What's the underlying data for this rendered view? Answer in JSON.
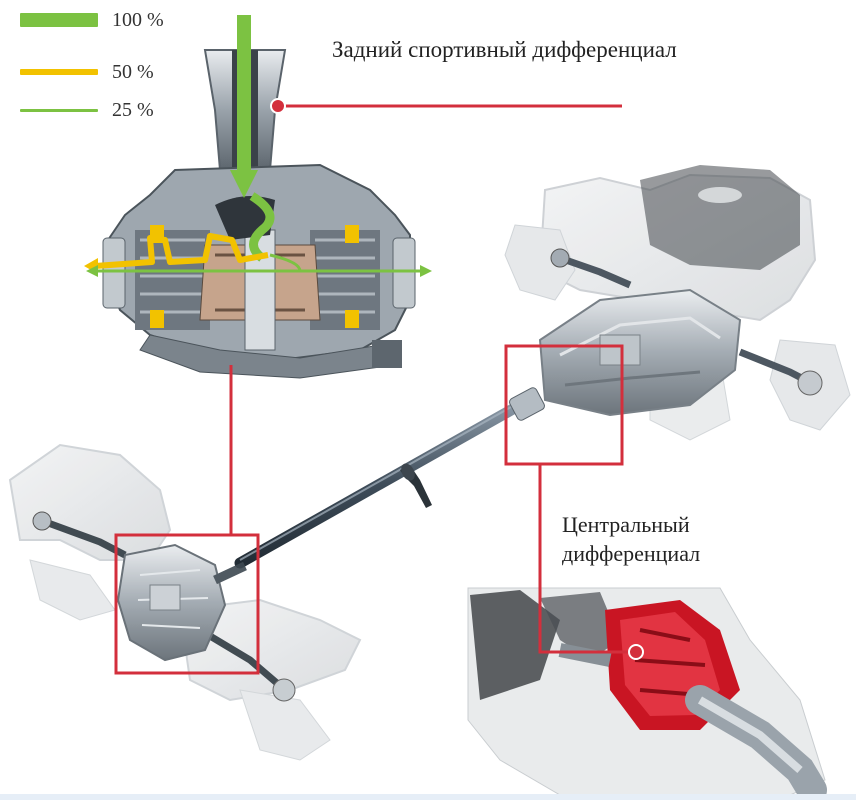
{
  "legend": {
    "items": [
      {
        "label": "100 %",
        "color": "#7cc242",
        "thickness": 14
      },
      {
        "label": "50 %",
        "color": "#f2c200",
        "thickness": 6
      },
      {
        "label": "25 %",
        "color": "#7cc242",
        "thickness": 3
      }
    ]
  },
  "callouts": {
    "rear_diff": "Задний спортивный дифференциал",
    "center_diff_line1": "Центральный",
    "center_diff_line2": "дифференциал"
  },
  "colors": {
    "callout_red": "#d32f3c",
    "flow_green": "#7cc242",
    "flow_yellow": "#f2c200",
    "gear_red": "#d11a2a"
  }
}
